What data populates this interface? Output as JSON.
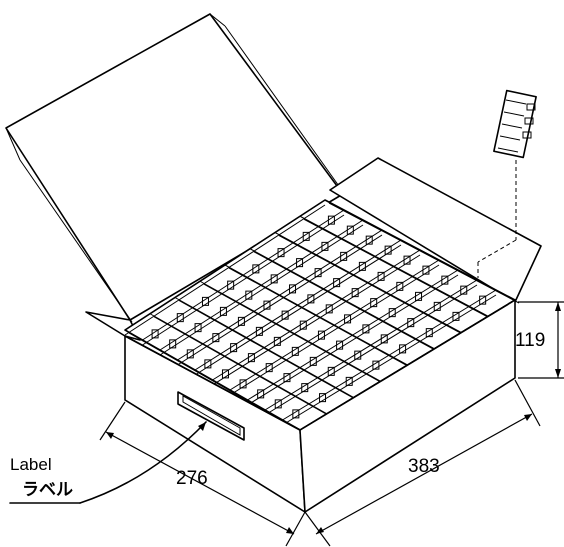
{
  "dimensions": {
    "height": "119",
    "width": "276",
    "length": "383"
  },
  "callout": {
    "label_en": "Label",
    "label_jp": "ラベル"
  },
  "colors": {
    "line": "#000000",
    "background": "#ffffff"
  }
}
